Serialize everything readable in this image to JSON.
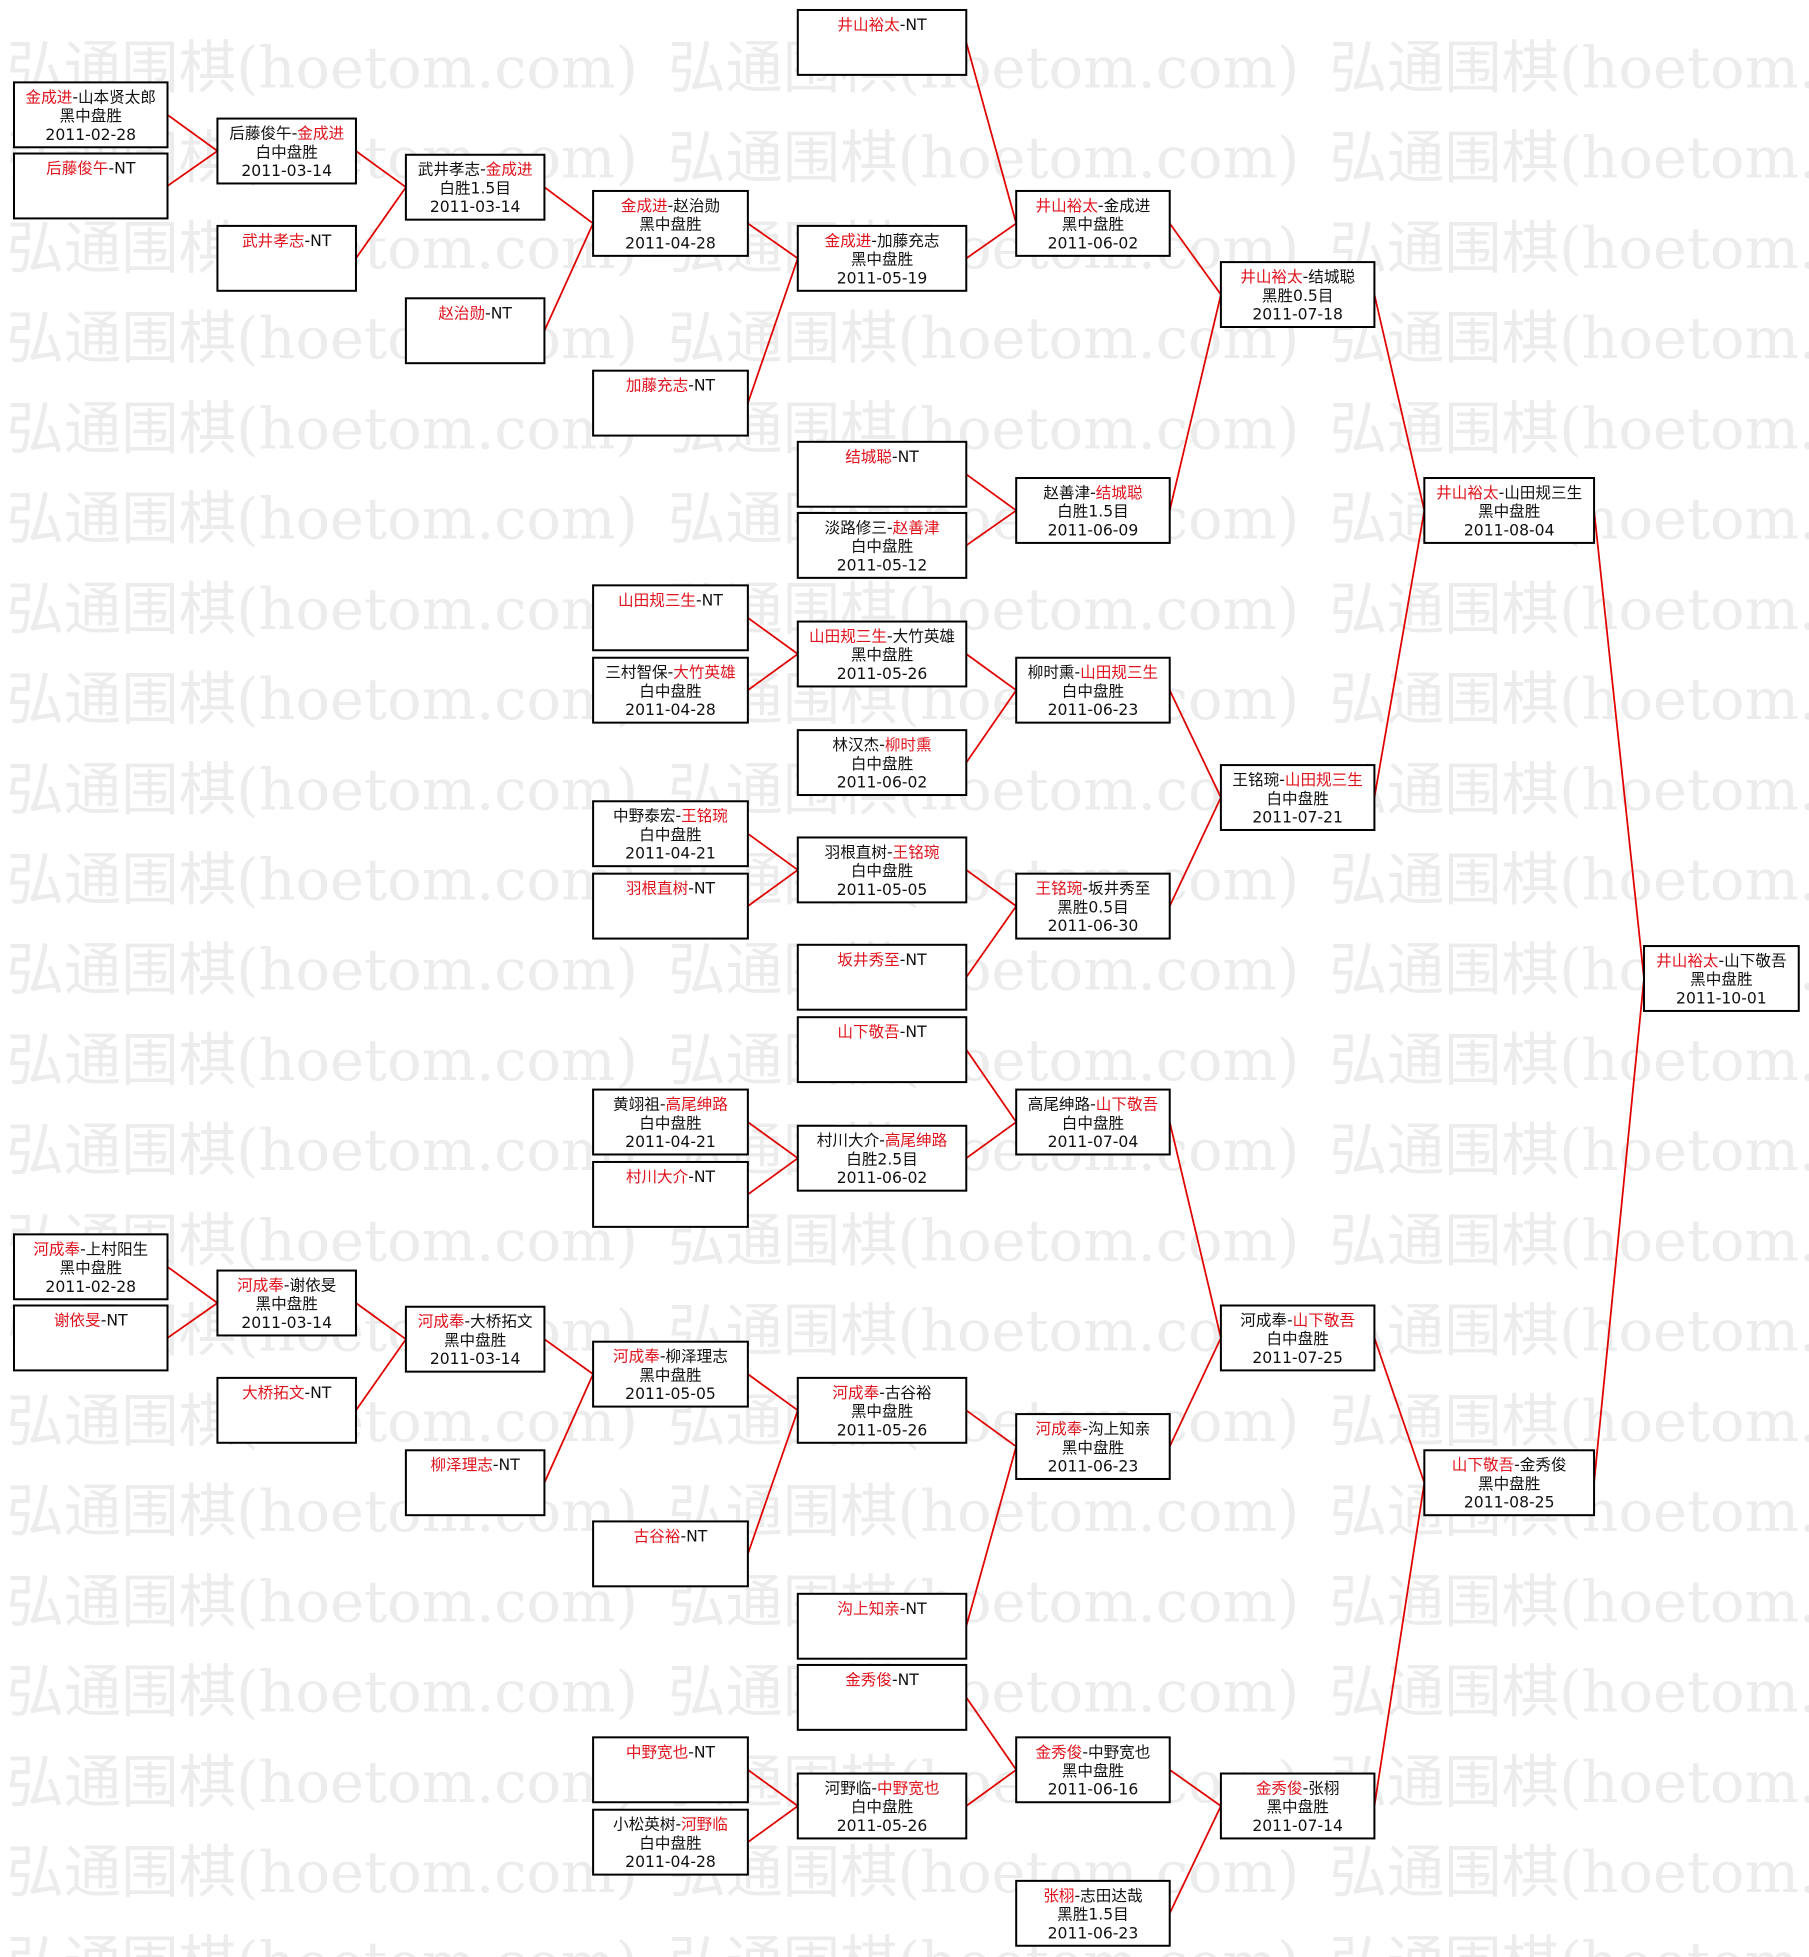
{
  "watermark": "弘通围棋(hoetom.com)",
  "colors": {
    "winner": "#e0141e",
    "line": "#e00000",
    "text": "#111111"
  },
  "matches": [
    {
      "players": [
        "金成进",
        "山本贤太郎"
      ],
      "winner": 0,
      "result": "黑中盘胜",
      "date": "2011-02-28"
    },
    {
      "players": [
        "后藤俊午",
        "NT"
      ],
      "winner": 0
    },
    {
      "players": [
        "后藤俊午",
        "金成进"
      ],
      "winner": 1,
      "result": "白中盘胜",
      "date": "2011-03-14"
    },
    {
      "players": [
        "武井孝志",
        "NT"
      ],
      "winner": 0
    },
    {
      "players": [
        "武井孝志",
        "金成进"
      ],
      "winner": 1,
      "result": "白胜1.5目",
      "date": "2011-03-14"
    },
    {
      "players": [
        "赵治勋",
        "NT"
      ],
      "winner": 0
    },
    {
      "players": [
        "金成进",
        "赵治勋"
      ],
      "winner": 0,
      "result": "黑中盘胜",
      "date": "2011-04-28"
    },
    {
      "players": [
        "加藤充志",
        "NT"
      ],
      "winner": 0
    },
    {
      "players": [
        "井山裕太",
        "NT"
      ],
      "winner": 0
    },
    {
      "players": [
        "金成进",
        "加藤充志"
      ],
      "winner": 0,
      "result": "黑中盘胜",
      "date": "2011-05-19"
    },
    {
      "players": [
        "井山裕太",
        "金成进"
      ],
      "winner": 0,
      "result": "黑中盘胜",
      "date": "2011-06-02"
    },
    {
      "players": [
        "结城聪",
        "NT"
      ],
      "winner": 0
    },
    {
      "players": [
        "淡路修三",
        "赵善津"
      ],
      "winner": 1,
      "result": "白中盘胜",
      "date": "2011-05-12"
    },
    {
      "players": [
        "赵善津",
        "结城聪"
      ],
      "winner": 1,
      "result": "白胜1.5目",
      "date": "2011-06-09"
    },
    {
      "players": [
        "井山裕太",
        "结城聪"
      ],
      "winner": 0,
      "result": "黑胜0.5目",
      "date": "2011-07-18"
    },
    {
      "players": [
        "山田规三生",
        "NT"
      ],
      "winner": 0
    },
    {
      "players": [
        "三村智保",
        "大竹英雄"
      ],
      "winner": 1,
      "result": "白中盘胜",
      "date": "2011-04-28"
    },
    {
      "players": [
        "山田规三生",
        "大竹英雄"
      ],
      "winner": 0,
      "result": "黑中盘胜",
      "date": "2011-05-26"
    },
    {
      "players": [
        "林汉杰",
        "柳时熏"
      ],
      "winner": 1,
      "result": "白中盘胜",
      "date": "2011-06-02"
    },
    {
      "players": [
        "柳时熏",
        "山田规三生"
      ],
      "winner": 1,
      "result": "白中盘胜",
      "date": "2011-06-23"
    },
    {
      "players": [
        "中野泰宏",
        "王铭琬"
      ],
      "winner": 1,
      "result": "白中盘胜",
      "date": "2011-04-21"
    },
    {
      "players": [
        "羽根直树",
        "NT"
      ],
      "winner": 0
    },
    {
      "players": [
        "羽根直树",
        "王铭琬"
      ],
      "winner": 1,
      "result": "白中盘胜",
      "date": "2011-05-05"
    },
    {
      "players": [
        "坂井秀至",
        "NT"
      ],
      "winner": 0
    },
    {
      "players": [
        "王铭琬",
        "坂井秀至"
      ],
      "winner": 0,
      "result": "黑胜0.5目",
      "date": "2011-06-30"
    },
    {
      "players": [
        "王铭琬",
        "山田规三生"
      ],
      "winner": 1,
      "result": "白中盘胜",
      "date": "2011-07-21"
    },
    {
      "players": [
        "井山裕太",
        "山田规三生"
      ],
      "winner": 0,
      "result": "黑中盘胜",
      "date": "2011-08-04"
    },
    {
      "players": [
        "山下敬吾",
        "NT"
      ],
      "winner": 0
    },
    {
      "players": [
        "黄翊祖",
        "高尾绅路"
      ],
      "winner": 1,
      "result": "白中盘胜",
      "date": "2011-04-21"
    },
    {
      "players": [
        "村川大介",
        "NT"
      ],
      "winner": 0
    },
    {
      "players": [
        "村川大介",
        "高尾绅路"
      ],
      "winner": 1,
      "result": "白胜2.5目",
      "date": "2011-06-02"
    },
    {
      "players": [
        "高尾绅路",
        "山下敬吾"
      ],
      "winner": 1,
      "result": "白中盘胜",
      "date": "2011-07-04"
    },
    {
      "players": [
        "河成奉",
        "上村阳生"
      ],
      "winner": 0,
      "result": "黑中盘胜",
      "date": "2011-02-28"
    },
    {
      "players": [
        "谢依旻",
        "NT"
      ],
      "winner": 0
    },
    {
      "players": [
        "河成奉",
        "谢依旻"
      ],
      "winner": 0,
      "result": "黑中盘胜",
      "date": "2011-03-14"
    },
    {
      "players": [
        "大桥拓文",
        "NT"
      ],
      "winner": 0
    },
    {
      "players": [
        "河成奉",
        "大桥拓文"
      ],
      "winner": 0,
      "result": "黑中盘胜",
      "date": "2011-03-14"
    },
    {
      "players": [
        "柳泽理志",
        "NT"
      ],
      "winner": 0
    },
    {
      "players": [
        "河成奉",
        "柳泽理志"
      ],
      "winner": 0,
      "result": "黑中盘胜",
      "date": "2011-05-05"
    },
    {
      "players": [
        "古谷裕",
        "NT"
      ],
      "winner": 0
    },
    {
      "players": [
        "河成奉",
        "古谷裕"
      ],
      "winner": 0,
      "result": "黑中盘胜",
      "date": "2011-05-26"
    },
    {
      "players": [
        "沟上知亲",
        "NT"
      ],
      "winner": 0
    },
    {
      "players": [
        "河成奉",
        "沟上知亲"
      ],
      "winner": 0,
      "result": "黑中盘胜",
      "date": "2011-06-23"
    },
    {
      "players": [
        "河成奉",
        "山下敬吾"
      ],
      "winner": 1,
      "result": "白中盘胜",
      "date": "2011-07-25"
    },
    {
      "players": [
        "金秀俊",
        "NT"
      ],
      "winner": 0
    },
    {
      "players": [
        "中野宽也",
        "NT"
      ],
      "winner": 0
    },
    {
      "players": [
        "小松英树",
        "河野临"
      ],
      "winner": 1,
      "result": "白中盘胜",
      "date": "2011-04-28"
    },
    {
      "players": [
        "河野临",
        "中野宽也"
      ],
      "winner": 1,
      "result": "白中盘胜",
      "date": "2011-05-26"
    },
    {
      "players": [
        "金秀俊",
        "中野宽也"
      ],
      "winner": 0,
      "result": "黑中盘胜",
      "date": "2011-06-16"
    },
    {
      "players": [
        "张栩",
        "志田达哉"
      ],
      "winner": 0,
      "result": "黑胜1.5目",
      "date": "2011-06-23"
    },
    {
      "players": [
        "金秀俊",
        "张栩"
      ],
      "winner": 0,
      "result": "黑中盘胜",
      "date": "2011-07-14"
    },
    {
      "players": [
        "山下敬吾",
        "金秀俊"
      ],
      "winner": 0,
      "result": "黑中盘胜",
      "date": "2011-08-25"
    },
    {
      "players": [
        "井山裕太",
        "山下敬吾"
      ],
      "winner": 0,
      "result": "黑中盘胜",
      "date": "2011-10-01"
    }
  ]
}
